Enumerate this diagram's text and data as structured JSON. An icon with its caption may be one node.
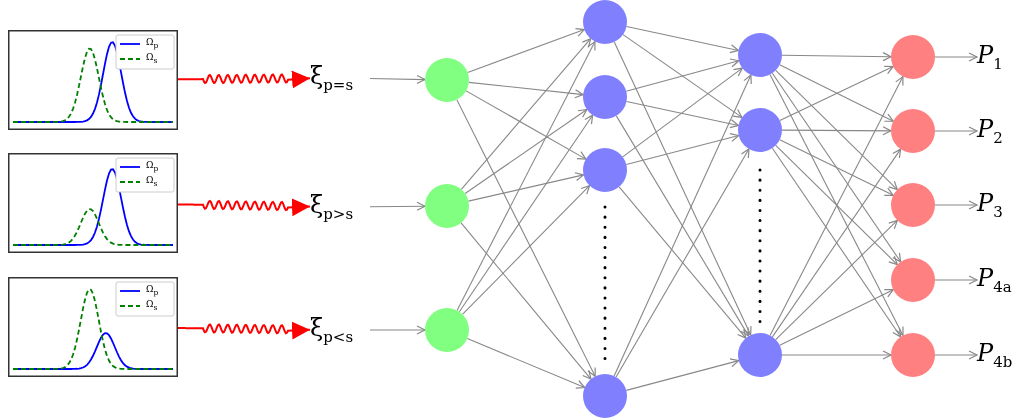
{
  "diagram": {
    "nodes": [
      {
        "text": [],
        "shape": "picture"
      },
      {
        "text": [],
        "shape": "picture"
      },
      {
        "text": [],
        "shape": "picture"
      },
      {
        "text": [
          "ξ$_{p=s}$"
        ]
      },
      {
        "text": [
          "ξ$_{p>s}$"
        ]
      },
      {
        "text": [
          "ξ$_{p<s}$"
        ]
      },
      {
        "text": [],
        "shape": "circle"
      },
      {
        "text": [],
        "shape": "circle"
      },
      {
        "text": [],
        "shape": "circle"
      },
      {
        "text": [],
        "shape": "circle"
      },
      {
        "text": [],
        "shape": "circle"
      },
      {
        "text": [],
        "shape": "circle"
      },
      {
        "text": [],
        "shape": "circle"
      },
      {
        "text": [],
        "shape": "circle"
      },
      {
        "text": [],
        "shape": "circle"
      },
      {
        "text": [],
        "shape": "circle"
      },
      {
        "text": [],
        "shape": "circle"
      },
      {
        "text": [],
        "shape": "circle"
      },
      {
        "text": [],
        "shape": "circle"
      },
      {
        "text": [],
        "shape": "circle"
      },
      {
        "text": [],
        "shape": "circle"
      },
      {
        "text": [
          "*P*$_{1}$"
        ]
      },
      {
        "text": [
          "*P*$_{2}$"
        ]
      },
      {
        "text": [
          "*P*$_{3}$"
        ]
      },
      {
        "text": [
          "*P*$_{4a}$"
        ]
      },
      {
        "text": [
          "*P*$_{4b}$"
        ]
      }
    ],
    "edges": [
      {
        "from": 0,
        "to": 3,
        "arrow": "to",
        "color": "#ff0000"
      },
      {
        "from": 1,
        "to": 4,
        "arrow": "to",
        "color": "#ff0000"
      },
      {
        "from": 2,
        "to": 5,
        "arrow": "to",
        "color": "#ff0000"
      },
      {
        "from": 3,
        "to": 6,
        "arrow": "to"
      },
      {
        "from": 4,
        "to": 7,
        "arrow": "to"
      },
      {
        "from": 5,
        "to": 8,
        "arrow": "to"
      },
      {
        "from": 6,
        "to": 9,
        "arrow": "to"
      },
      {
        "from": 6,
        "to": 10,
        "arrow": "to"
      },
      {
        "from": 6,
        "to": 11,
        "arrow": "to"
      },
      {
        "from": 6,
        "to": 12,
        "arrow": "to"
      },
      {
        "from": 7,
        "to": 9,
        "arrow": "to"
      },
      {
        "from": 7,
        "to": 10,
        "arrow": "to"
      },
      {
        "from": 7,
        "to": 11,
        "arrow": "to"
      },
      {
        "from": 7,
        "to": 12,
        "arrow": "to"
      },
      {
        "from": 8,
        "to": 9,
        "arrow": "to"
      },
      {
        "from": 8,
        "to": 10,
        "arrow": "to"
      },
      {
        "from": 8,
        "to": 11,
        "arrow": "to"
      },
      {
        "from": 8,
        "to": 12,
        "arrow": "to"
      },
      {
        "from": 9,
        "to": 13,
        "arrow": "to"
      },
      {
        "from": 9,
        "to": 14,
        "arrow": "to"
      },
      {
        "from": 9,
        "to": 15,
        "arrow": "to"
      },
      {
        "from": 10,
        "to": 13,
        "arrow": "to"
      },
      {
        "from": 10,
        "to": 14,
        "arrow": "to"
      },
      {
        "from": 10,
        "to": 15,
        "arrow": "to"
      },
      {
        "from": 11,
        "to": 13,
        "arrow": "to"
      },
      {
        "from": 11,
        "to": 14,
        "arrow": "to"
      },
      {
        "from": 11,
        "to": 15,
        "arrow": "to"
      },
      {
        "from": 12,
        "to": 13,
        "arrow": "to"
      },
      {
        "from": 12,
        "to": 14,
        "arrow": "to"
      },
      {
        "from": 12,
        "to": 15,
        "arrow": "to"
      },
      {
        "from": 13,
        "to": 16,
        "arrow": "to"
      },
      {
        "from": 13,
        "to": 17,
        "arrow": "to"
      },
      {
        "from": 13,
        "to": 18,
        "arrow": "to"
      },
      {
        "from": 13,
        "to": 19,
        "arrow": "to"
      },
      {
        "from": 13,
        "to": 20,
        "arrow": "to"
      },
      {
        "from": 14,
        "to": 16,
        "arrow": "to"
      },
      {
        "from": 14,
        "to": 17,
        "arrow": "to"
      },
      {
        "from": 14,
        "to": 18,
        "arrow": "to"
      },
      {
        "from": 14,
        "to": 19,
        "arrow": "to"
      },
      {
        "from": 14,
        "to": 20,
        "arrow": "to"
      },
      {
        "from": 15,
        "to": 16,
        "arrow": "to"
      },
      {
        "from": 15,
        "to": 17,
        "arrow": "to"
      },
      {
        "from": 15,
        "to": 18,
        "arrow": "to"
      },
      {
        "from": 15,
        "to": 19,
        "arrow": "to"
      },
      {
        "from": 15,
        "to": 20,
        "arrow": "to"
      },
      {
        "from": 16,
        "to": 21,
        "arrow": "to"
      },
      {
        "from": 17,
        "to": 22,
        "arrow": "to"
      },
      {
        "from": 18,
        "to": 23,
        "arrow": "to"
      },
      {
        "from": 19,
        "to": 24,
        "arrow": "to"
      },
      {
        "from": 20,
        "to": 25,
        "arrow": "to"
      }
    ],
    "labels": [
      "Ω$_{p}$",
      "Ω$_{s}$",
      "Ω$_{p}$",
      "Ω$_{s}$",
      "Ω$_{p}$",
      "Ω$_{s}$"
    ]
  }
}
